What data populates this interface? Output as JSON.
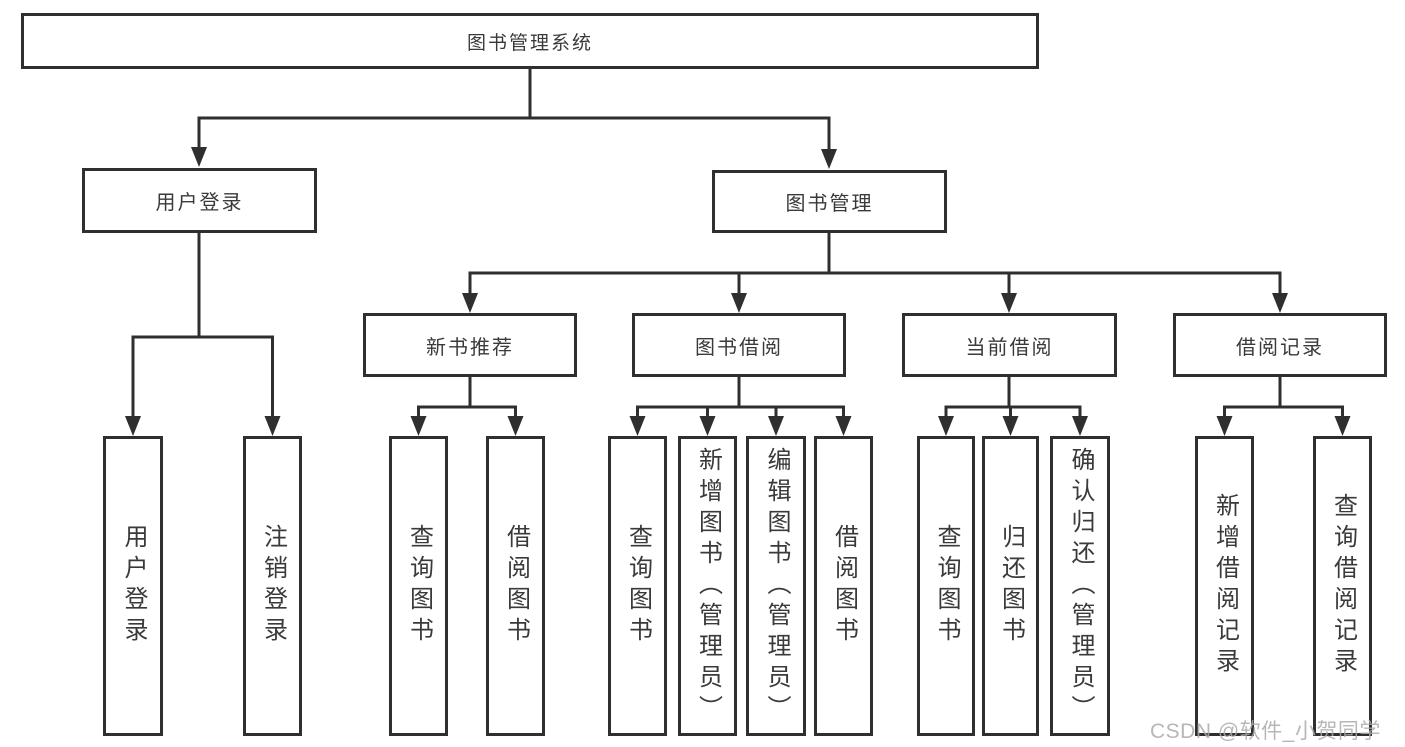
{
  "diagram": {
    "root": {
      "label": "图书管理系统"
    },
    "level1": [
      {
        "label": "用户登录"
      },
      {
        "label": "图书管理"
      }
    ],
    "level2": [
      {
        "label": "新书推荐"
      },
      {
        "label": "图书借阅"
      },
      {
        "label": "当前借阅"
      },
      {
        "label": "借阅记录"
      }
    ],
    "leaves": {
      "user_login": [
        {
          "label": "用户登录"
        },
        {
          "label": "注销登录"
        }
      ],
      "new_book": [
        {
          "label": "查询图书"
        },
        {
          "label": "借阅图书"
        }
      ],
      "book_borrow": [
        {
          "label": "查询图书"
        },
        {
          "label": "新增图书（管理员）"
        },
        {
          "label": "编辑图书（管理员）"
        },
        {
          "label": "借阅图书"
        }
      ],
      "current_borrow": [
        {
          "label": "查询图书"
        },
        {
          "label": "归还图书"
        },
        {
          "label": "确认归还（管理员）"
        }
      ],
      "borrow_record": [
        {
          "label": "新增借阅记录"
        },
        {
          "label": "查询借阅记录"
        }
      ]
    }
  },
  "watermark": {
    "text": "CSDN @软件_小贺同学"
  },
  "colors": {
    "line": "#2f2f2f",
    "border": "#2f2f2f",
    "text": "#3a3a3a",
    "background": "#ffffff",
    "watermark": "#aaaaaa"
  }
}
